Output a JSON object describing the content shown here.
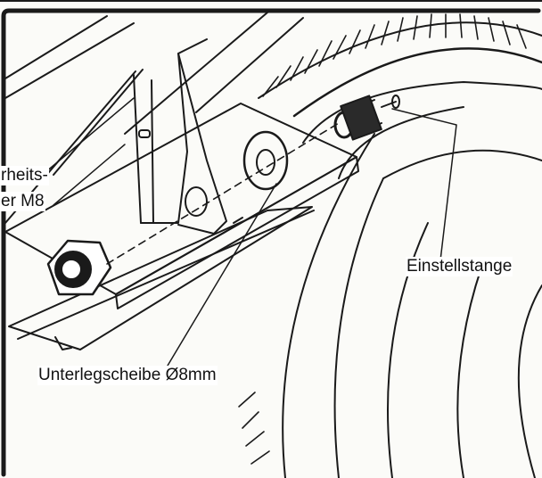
{
  "labels": {
    "nut_line1": "rheits-",
    "nut_line2": "er M8",
    "washer": "Unterlegscheibe Ø8mm",
    "rod": "Einstellstange"
  }
}
